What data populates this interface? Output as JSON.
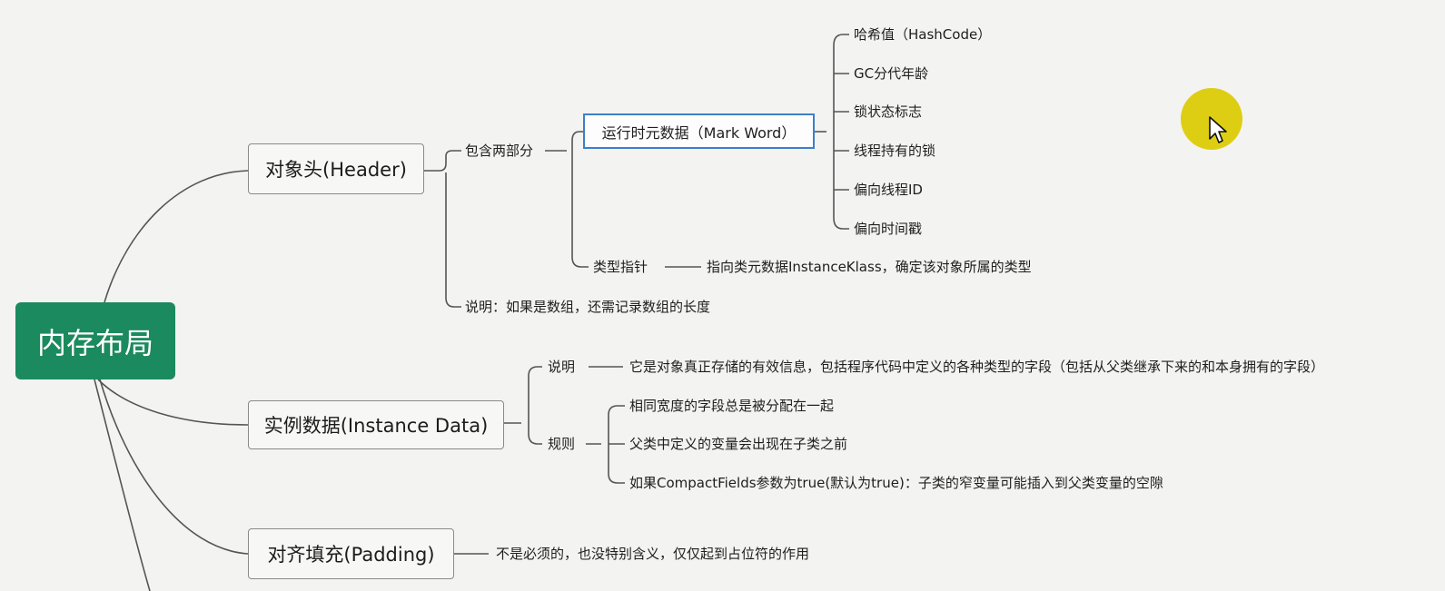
{
  "root": {
    "label": "内存布局",
    "color": "#1b8a5e"
  },
  "header": {
    "label": "对象头(Header)",
    "contains_label": "包含两部分",
    "mark_word": {
      "label": "运行时元数据（Mark Word）",
      "items": [
        "哈希值（HashCode）",
        "GC分代年龄",
        "锁状态标志",
        "线程持有的锁",
        "偏向线程ID",
        "偏向时间戳"
      ]
    },
    "type_pointer": {
      "label": "类型指针",
      "desc": "指向类元数据InstanceKlass，确定该对象所属的类型"
    },
    "note": "说明：如果是数组，还需记录数组的长度"
  },
  "instance_data": {
    "label": "实例数据(Instance Data)",
    "note_label": "说明",
    "note_text": "它是对象真正存储的有效信息，包括程序代码中定义的各种类型的字段（包括从父类继承下来的和本身拥有的字段）",
    "rules_label": "规则",
    "rules": [
      "相同宽度的字段总是被分配在一起",
      "父类中定义的变量会出现在子类之前",
      "如果CompactFields参数为true(默认为true)：子类的窄变量可能插入到父类变量的空隙"
    ]
  },
  "padding": {
    "label": "对齐填充(Padding)",
    "desc": "不是必须的，也没特别含义，仅仅起到占位符的作用"
  },
  "colors": {
    "selection": "#3d7fc9",
    "cursor_highlight": "#dccb00",
    "edge": "#555555"
  },
  "icons": {
    "cursor": "mouse-pointer-icon"
  }
}
